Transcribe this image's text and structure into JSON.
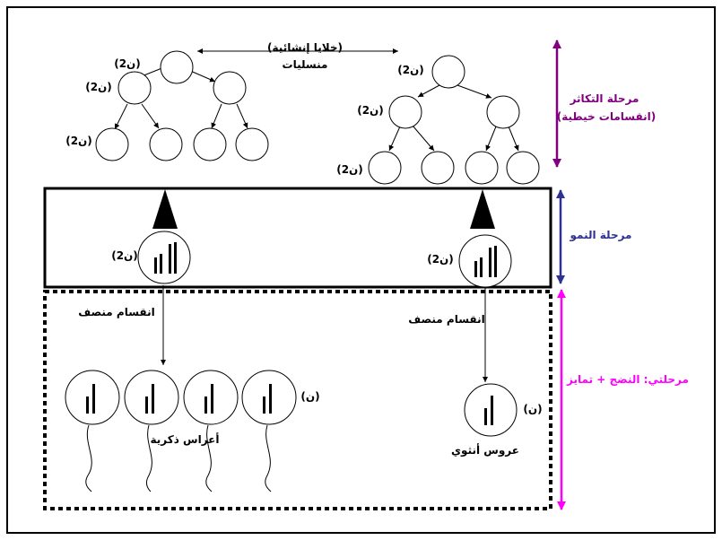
{
  "stages": {
    "multiplication": "مرحلة التكاثر",
    "multiplication_sub": "(انقسامات خيطية)",
    "growth": "مرحلة النمو",
    "maturation": "مرحلتي: النضج + تمايز"
  },
  "labels": {
    "germ_cells_line1": "(خلايا إنشائية)",
    "germ_cells_line2": "منسليات",
    "ploidy_2n": "(2ن)",
    "ploidy_n": "(ن)",
    "meiosis": "انقسام منصف",
    "male_gametes": "أعراس ذكرية",
    "female_gamete": "عروس أنثوي"
  },
  "colors": {
    "multiplication": "#800080",
    "growth": "#2e3192",
    "maturation": "#ff00ff"
  }
}
